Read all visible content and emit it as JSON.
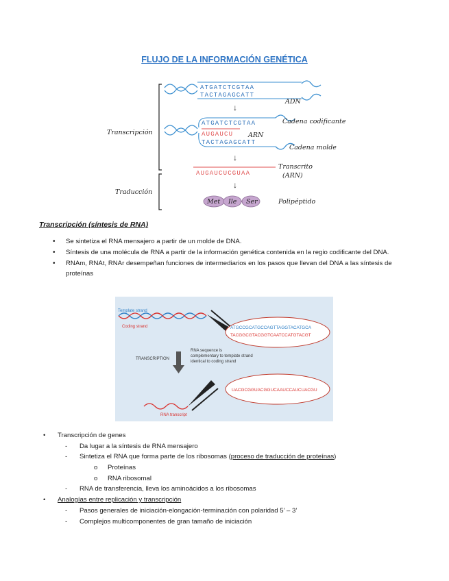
{
  "document": {
    "title": "FLUJO DE LA INFORMACIÓN GENÉTICA"
  },
  "figure1": {
    "labels": {
      "transcripcion": "Transcripción",
      "traduccion": "Traducción",
      "adn": "ADN",
      "cadena_codificante": "Cadena codificante",
      "arn": "ARN",
      "cadena_molde": "Cadena molde",
      "transcrito_1": "Transcrito",
      "transcrito_2": "(ARN)",
      "polipeptido": "Polipéptido"
    },
    "sequences": {
      "top_strand": "ATGATCTCGTAA",
      "bottom_strand": "TACTAGAGCATT",
      "coding_strand": "ATGATCTCGTAA",
      "rna_partial": "AUGAUCU",
      "template_strand": "TACTAGAGCATT",
      "transcript": "AUGAUCUCGUAA"
    },
    "amino_acids": [
      "Met",
      "Ile",
      "Ser"
    ],
    "arrow_glyph": "↓"
  },
  "section1": {
    "heading": "Transcripción (síntesis de RNA)",
    "bullets": [
      "Se sintetiza el RNA mensajero a partir de un molde de DNA.",
      "Síntesis de una molécula de RNA a partir de la información genética contenida en la regio codificante del DNA.",
      "RNAm, RNAt, RNAr desempeñan funciones de intermediarios en los pasos que llevan del DNA a las síntesis de proteínas"
    ]
  },
  "figure2": {
    "template_strand_label": "Template strand",
    "coding_strand_label": "Coding strand",
    "seq_top": "ATGCCGCATGCCAGTTAGGTACATGCA",
    "seq_bottom": "TACGGCGTACGGTCAATCCATGTACGT",
    "note_1": "RNA sequence is",
    "note_2": "complementary to template strand",
    "note_3": "identical to coding strand",
    "transcription_label": "TRANSCRIPTION",
    "rna_seq": "UACGCGGUACGGUCAAUCCAUCUACGU",
    "rna_transcript_label": "RNA transcript",
    "colors": {
      "panel_bg": "#dce8f3",
      "template_blue": "#2d7fc6",
      "coding_red": "#d9302c"
    }
  },
  "section2": {
    "markers": {
      "bullet": "•",
      "dash": "-",
      "circle": "o"
    },
    "items": [
      {
        "text": "Transcripción de genes"
      },
      {
        "text": "Da lugar a la síntesis de RNA mensajero"
      },
      {
        "pre": "Sintetiza el RNA que forma parte de los ribosomas (",
        "link": "proceso de traducción de proteínas",
        "post": ")"
      },
      {
        "text": "Proteínas"
      },
      {
        "text": "RNA ribosomal"
      },
      {
        "text": "RNA de transferencia, lleva los aminoácidos a los ribosomas"
      },
      {
        "text": "Analogías entre replicación y transcripción"
      },
      {
        "text": "Pasos generales de iniciación-elongación-terminación con polaridad 5’ – 3’"
      },
      {
        "text": "Complejos multicomponentes de gran tamaño de iniciación"
      }
    ]
  }
}
